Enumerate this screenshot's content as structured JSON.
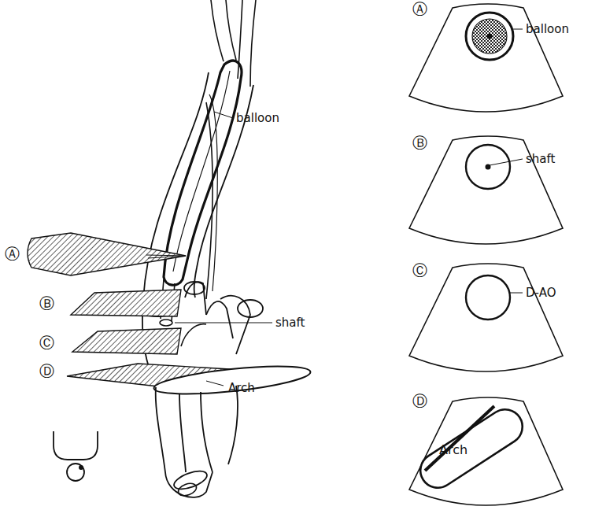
{
  "diagram": {
    "nodes": [
      {
        "text": [
          "Arch"
        ]
      }
    ],
    "labels": [
      "balloon",
      "shaft",
      "Arch",
      "Ⓐ",
      "Ⓑ",
      "Ⓒ",
      "Ⓓ",
      "Ⓐ",
      "balloon",
      "Ⓑ",
      "shaft",
      "Ⓒ",
      "D-AO",
      "Ⓓ"
    ]
  }
}
